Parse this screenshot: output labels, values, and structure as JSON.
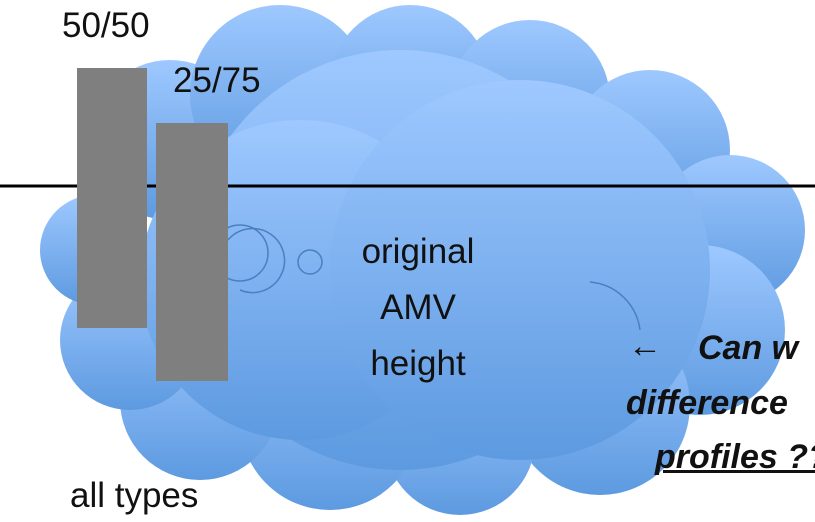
{
  "labels": {
    "bar1_label": "50/50",
    "bar2_label": "25/75",
    "cloud_line1": "original",
    "cloud_line2": "AMV",
    "cloud_line3": "height",
    "bottom_label": "all types"
  },
  "callout": {
    "arrow": "←",
    "line1": "Can w",
    "line2": "difference",
    "line3": "profiles ??"
  },
  "colors": {
    "cloud_fill_top": "#9ec8ff",
    "cloud_fill_bottom": "#5d9ae0",
    "cloud_stroke": "#4a7fc0",
    "bar_fill": "#7f7f7f",
    "line": "#000000"
  }
}
